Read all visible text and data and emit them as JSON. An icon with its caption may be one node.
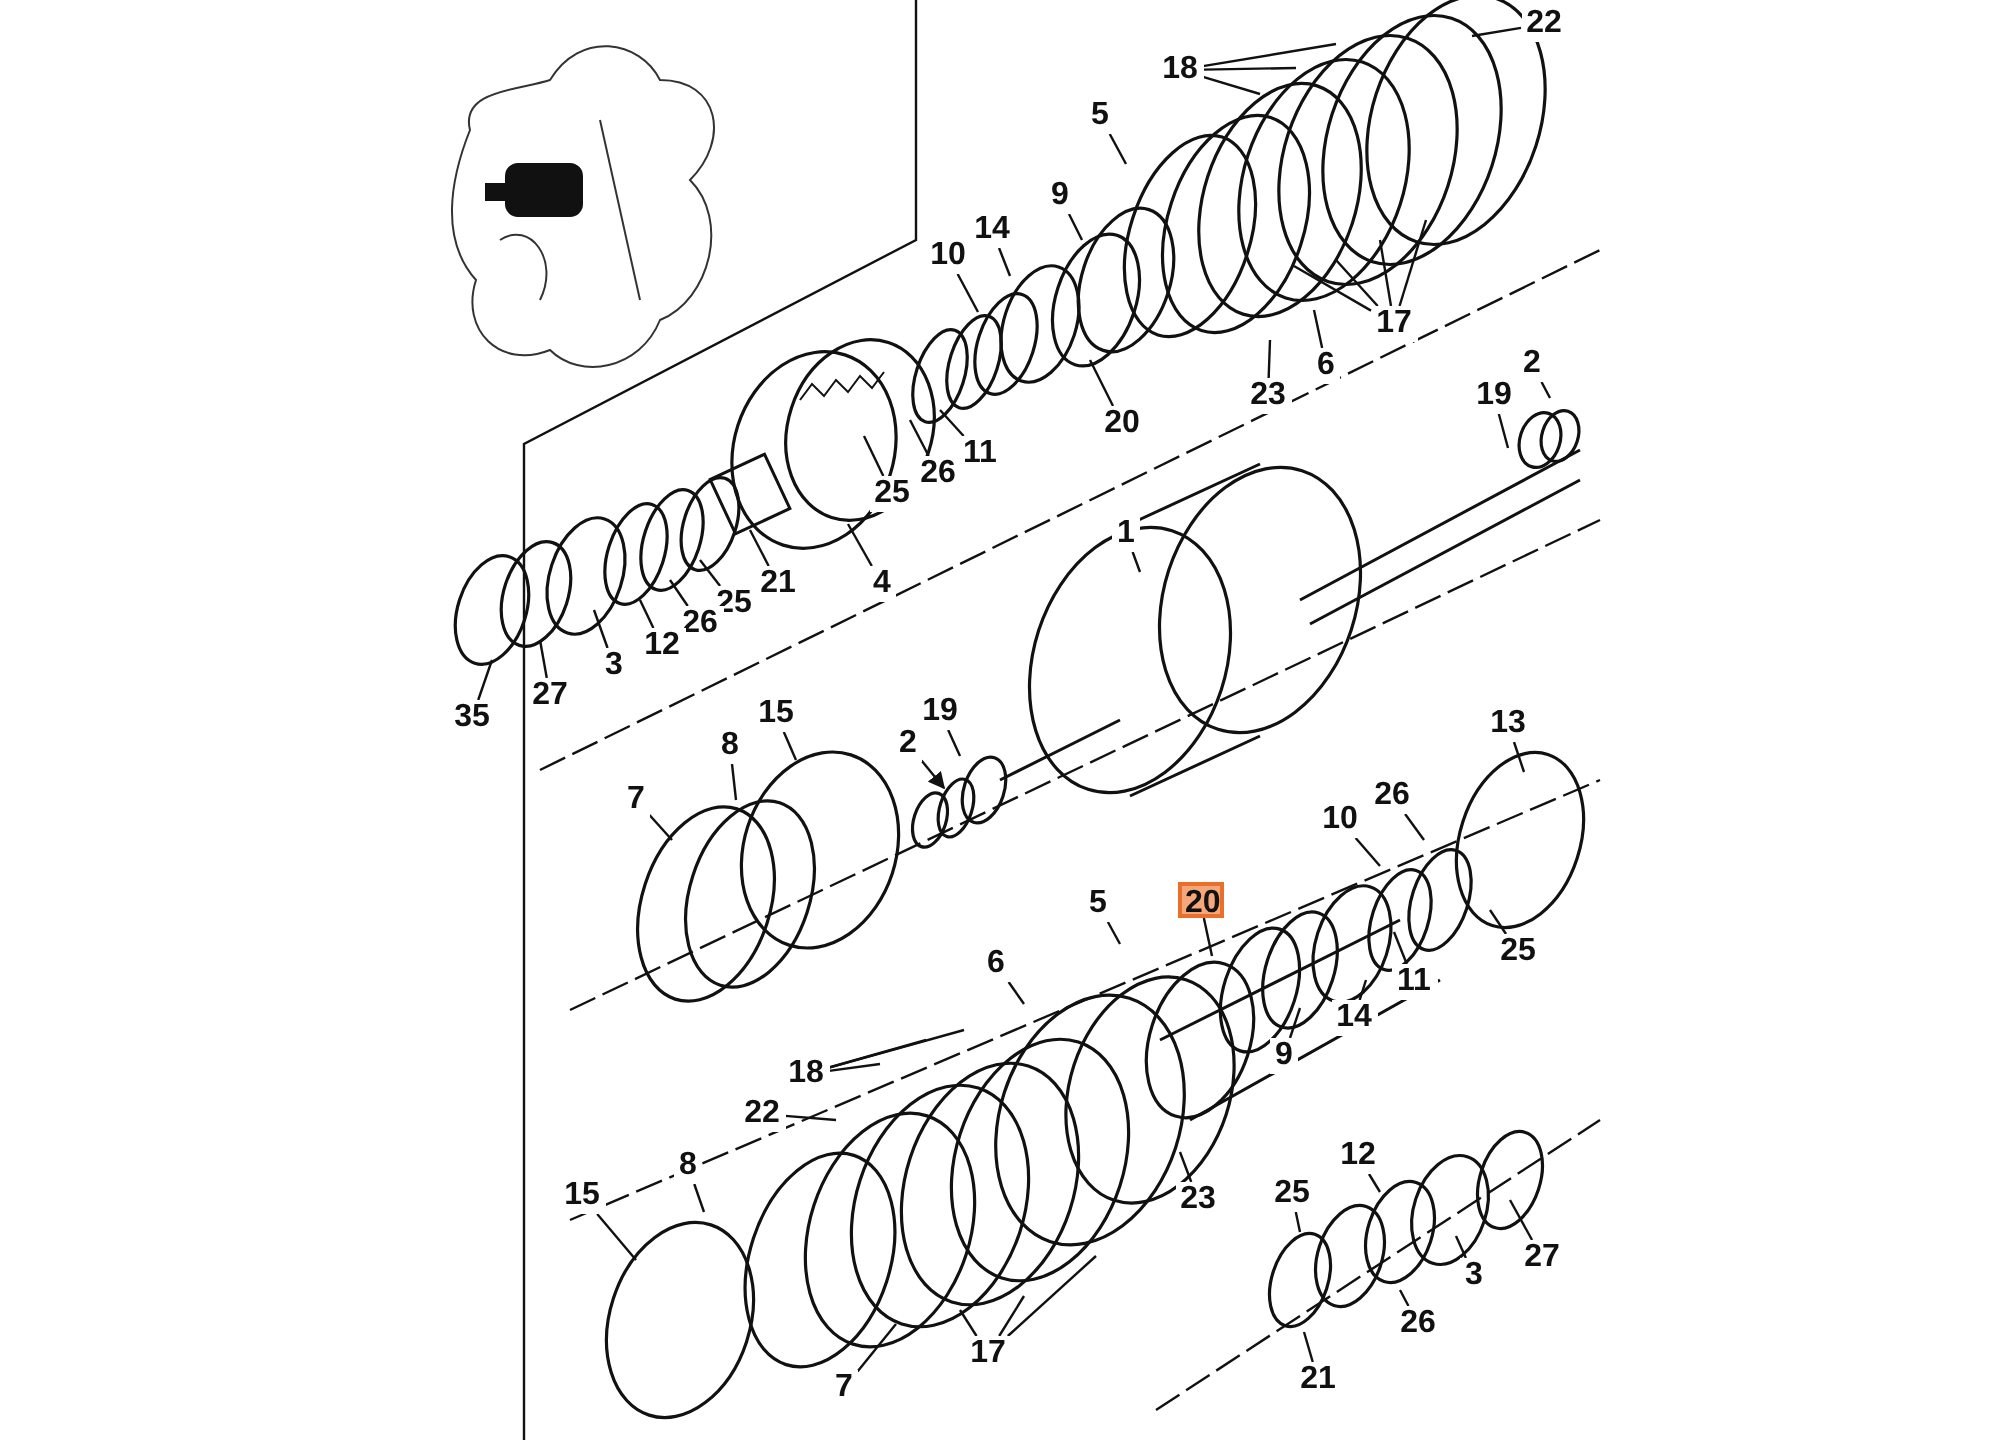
{
  "diagram": {
    "nodes": [
      {
        "text": [
          "22"
        ]
      },
      {
        "text": [
          "18"
        ]
      },
      {
        "text": [
          "5"
        ]
      },
      {
        "text": [
          "9"
        ]
      },
      {
        "text": [
          "14"
        ]
      },
      {
        "text": [
          "10"
        ]
      },
      {
        "text": [
          "17"
        ]
      },
      {
        "text": [
          "6"
        ]
      },
      {
        "text": [
          "23"
        ]
      },
      {
        "text": [
          "20"
        ]
      },
      {
        "text": [
          "11"
        ]
      },
      {
        "text": [
          "26"
        ]
      },
      {
        "text": [
          "25"
        ]
      },
      {
        "text": [
          "21"
        ]
      },
      {
        "text": [
          "4"
        ]
      },
      {
        "text": [
          "19"
        ]
      },
      {
        "text": [
          "2"
        ]
      },
      {
        "text": [
          "1"
        ]
      },
      {
        "text": [
          "25"
        ]
      },
      {
        "text": [
          "26"
        ]
      },
      {
        "text": [
          "12"
        ]
      },
      {
        "text": [
          "3"
        ]
      },
      {
        "text": [
          "27"
        ]
      },
      {
        "text": [
          "35"
        ]
      },
      {
        "text": [
          "15"
        ]
      },
      {
        "text": [
          "8"
        ]
      },
      {
        "text": [
          "19"
        ]
      },
      {
        "text": [
          "2"
        ]
      },
      {
        "text": [
          "7"
        ]
      },
      {
        "text": [
          "13"
        ]
      },
      {
        "text": [
          "26"
        ]
      },
      {
        "text": [
          "10"
        ]
      },
      {
        "text": [
          "20"
        ]
      },
      {
        "text": [
          "5"
        ]
      },
      {
        "text": [
          "25"
        ]
      },
      {
        "text": [
          "11"
        ]
      },
      {
        "text": [
          "6"
        ]
      },
      {
        "text": [
          "14"
        ]
      },
      {
        "text": [
          "9"
        ]
      },
      {
        "text": [
          "18"
        ]
      },
      {
        "text": [
          "22"
        ]
      },
      {
        "text": [
          "23"
        ]
      },
      {
        "text": [
          "8"
        ]
      },
      {
        "text": [
          "12"
        ]
      },
      {
        "text": [
          "25"
        ]
      },
      {
        "text": [
          "15"
        ]
      },
      {
        "text": [
          "27"
        ]
      },
      {
        "text": [
          "3"
        ]
      },
      {
        "text": [
          "26"
        ]
      },
      {
        "text": [
          "17"
        ]
      },
      {
        "text": [
          "7"
        ]
      },
      {
        "text": [
          "21"
        ]
      }
    ],
    "edges": [
      {
        "from": 0,
        "to": null,
        "arrow": "none"
      },
      {
        "from": 1,
        "to": null,
        "arrow": "none"
      },
      {
        "from": 1,
        "to": null,
        "arrow": "none"
      },
      {
        "from": 1,
        "to": null,
        "arrow": "none"
      },
      {
        "from": 2,
        "to": null,
        "arrow": "none"
      },
      {
        "from": 3,
        "to": null,
        "arrow": "none"
      },
      {
        "from": 4,
        "to": null,
        "arrow": "none"
      },
      {
        "from": 5,
        "to": null,
        "arrow": "none"
      },
      {
        "from": 6,
        "to": null,
        "arrow": "none"
      },
      {
        "from": 6,
        "to": null,
        "arrow": "none"
      },
      {
        "from": 6,
        "to": null,
        "arrow": "none"
      },
      {
        "from": 6,
        "to": null,
        "arrow": "none"
      },
      {
        "from": 7,
        "to": null,
        "arrow": "none"
      },
      {
        "from": 8,
        "to": null,
        "arrow": "none"
      },
      {
        "from": 9,
        "to": null,
        "arrow": "none"
      },
      {
        "from": 10,
        "to": null,
        "arrow": "none"
      },
      {
        "from": 11,
        "to": null,
        "arrow": "none"
      },
      {
        "from": 12,
        "to": null,
        "arrow": "none"
      },
      {
        "from": 13,
        "to": null,
        "arrow": "none"
      },
      {
        "from": 14,
        "to": null,
        "arrow": "none"
      },
      {
        "from": 15,
        "to": null,
        "arrow": "none"
      },
      {
        "from": 16,
        "to": null,
        "arrow": "none"
      },
      {
        "from": 17,
        "to": null,
        "arrow": "none"
      },
      {
        "from": 18,
        "to": null,
        "arrow": "none"
      },
      {
        "from": 19,
        "to": null,
        "arrow": "none"
      },
      {
        "from": 20,
        "to": null,
        "arrow": "none"
      },
      {
        "from": 21,
        "to": null,
        "arrow": "none"
      },
      {
        "from": 22,
        "to": null,
        "arrow": "none"
      },
      {
        "from": 23,
        "to": null,
        "arrow": "none"
      },
      {
        "from": 24,
        "to": null,
        "arrow": "none"
      },
      {
        "from": 25,
        "to": null,
        "arrow": "none"
      },
      {
        "from": 26,
        "to": null,
        "arrow": "none"
      },
      {
        "from": 27,
        "to": null,
        "arrow": "to"
      },
      {
        "from": 28,
        "to": null,
        "arrow": "none"
      },
      {
        "from": 29,
        "to": null,
        "arrow": "none"
      },
      {
        "from": 30,
        "to": null,
        "arrow": "none"
      },
      {
        "from": 31,
        "to": null,
        "arrow": "none"
      },
      {
        "from": 32,
        "to": null,
        "arrow": "none"
      },
      {
        "from": 33,
        "to": null,
        "arrow": "none"
      },
      {
        "from": 34,
        "to": null,
        "arrow": "none"
      },
      {
        "from": 35,
        "to": null,
        "arrow": "none"
      },
      {
        "from": 36,
        "to": null,
        "arrow": "none"
      },
      {
        "from": 37,
        "to": null,
        "arrow": "none"
      },
      {
        "from": 38,
        "to": null,
        "arrow": "none"
      },
      {
        "from": 39,
        "to": null,
        "arrow": "none"
      },
      {
        "from": 39,
        "to": null,
        "arrow": "none"
      },
      {
        "from": 39,
        "to": null,
        "arrow": "none"
      },
      {
        "from": 40,
        "to": null,
        "arrow": "none"
      },
      {
        "from": 41,
        "to": null,
        "arrow": "none"
      },
      {
        "from": 42,
        "to": null,
        "arrow": "none"
      },
      {
        "from": 43,
        "to": null,
        "arrow": "none"
      },
      {
        "from": 44,
        "to": null,
        "arrow": "none"
      },
      {
        "from": 45,
        "to": null,
        "arrow": "none"
      },
      {
        "from": 46,
        "to": null,
        "arrow": "none"
      },
      {
        "from": 47,
        "to": null,
        "arrow": "none"
      },
      {
        "from": 48,
        "to": null,
        "arrow": "none"
      },
      {
        "from": 49,
        "to": null,
        "arrow": "none"
      },
      {
        "from": 49,
        "to": null,
        "arrow": "none"
      },
      {
        "from": 49,
        "to": null,
        "arrow": "none"
      },
      {
        "from": 50,
        "to": null,
        "arrow": "none"
      },
      {
        "from": 51,
        "to": null,
        "arrow": "none"
      }
    ]
  }
}
